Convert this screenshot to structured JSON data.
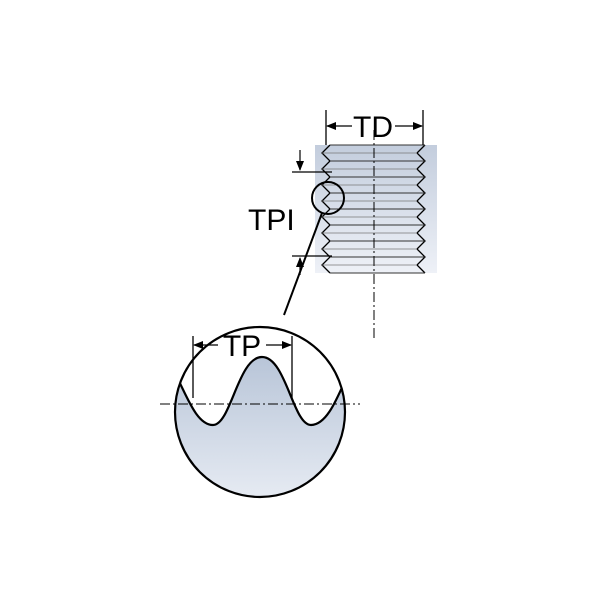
{
  "labels": {
    "thread_diameter": "TD",
    "threads_per_inch": "TPI",
    "thread_pitch": "TP"
  },
  "colors": {
    "fill_light": "#eaeef5",
    "fill_dark": "#b9c6d9",
    "outline": "#000000"
  }
}
